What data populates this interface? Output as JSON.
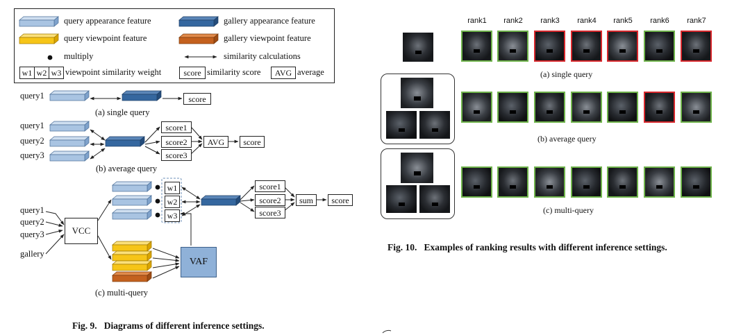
{
  "legend": {
    "query_appearance": "query appearance feature",
    "gallery_appearance": "gallery appearance feature",
    "query_viewpoint": "query viewpoint feature",
    "gallery_viewpoint": "gallery viewpoint feature",
    "multiply": "multiply",
    "similarity": "similarity calculations",
    "w1": "w1",
    "w2": "w2",
    "w3": "w3",
    "weights_label": "viewpoint similarity weight",
    "score_box": "score",
    "score_label": "similarity score",
    "avg_box": "AVG",
    "avg_label": "average"
  },
  "fig9": {
    "a_query1": "query1",
    "a_score": "score",
    "a_caption": "(a) single query",
    "b_query1": "query1",
    "b_query2": "query2",
    "b_query3": "query3",
    "b_score1": "score1",
    "b_score2": "score2",
    "b_score3": "score3",
    "b_avg": "AVG",
    "b_score": "score",
    "b_caption": "(b) average query",
    "c_query1": "query1",
    "c_query2": "query2",
    "c_query3": "query3",
    "c_gallery": "gallery",
    "c_vcc": "VCC",
    "c_vaf": "VAF",
    "c_w1": "w1",
    "c_w2": "w2",
    "c_w3": "w3",
    "c_score1": "score1",
    "c_score2": "score2",
    "c_score3": "score3",
    "c_sum": "sum",
    "c_score": "score",
    "c_caption": "(c) multi-query",
    "fig_num": "Fig. 9.",
    "fig_title": "Diagrams of different inference settings."
  },
  "fig10": {
    "ranks": [
      "rank1",
      "rank2",
      "rank3",
      "rank4",
      "rank5",
      "rank6",
      "rank7"
    ],
    "a_caption": "(a) single query",
    "b_caption": "(b) average query",
    "c_caption": "(c) multi-query",
    "fig_num": "Fig. 10.",
    "fig_title": "Examples of ranking results with different inference settings.",
    "row_a_frames": [
      "green",
      "green",
      "red",
      "red",
      "red",
      "green",
      "red"
    ],
    "row_b_frames": [
      "green",
      "green",
      "green",
      "green",
      "green",
      "red",
      "green"
    ],
    "row_c_frames": [
      "green",
      "green",
      "green",
      "green",
      "green",
      "green",
      "green"
    ]
  },
  "colors": {
    "query_appearance": "#a9c4e2",
    "gallery_appearance": "#35679f",
    "query_viewpoint": "#f6c518",
    "gallery_viewpoint": "#c4611e",
    "vaf_box": "#8fb1d8",
    "frame_green": "#6fb34b",
    "frame_red": "#d8282d"
  }
}
